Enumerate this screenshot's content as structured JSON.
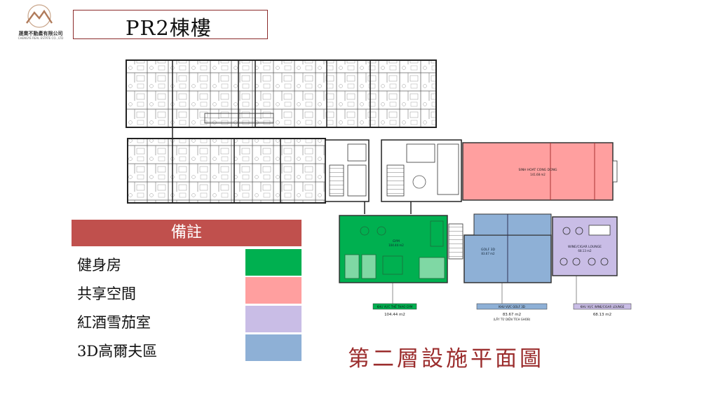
{
  "logo": {
    "company_name": "晟業不動產有限公司",
    "company_english": "CHENGYE REAL ESTATE CO., LTD"
  },
  "title": "PR2棟樓",
  "colors": {
    "gym": "#00b050",
    "shared": "#ff9f9f",
    "wine": "#c9bde6",
    "golf": "#8eb0d6",
    "accent": "#c0504d"
  },
  "legend": {
    "header": "備註",
    "items": [
      {
        "label": "健身房",
        "color": "#00b050"
      },
      {
        "label": "共享空間",
        "color": "#ff9f9f"
      },
      {
        "label": "紅酒雪茄室",
        "color": "#c9bde6"
      },
      {
        "label": "3D高爾夫區",
        "color": "#8eb0d6"
      }
    ]
  },
  "floorplan": {
    "community_room": {
      "name": "SINH HOAT CONG DONG",
      "area": "141.68 m2"
    },
    "gym": {
      "name": "GYM",
      "area_small": "104.44 m2",
      "tag": "KHU VỰC THỂ THAO GYM",
      "area": "104.44 m2"
    },
    "golf": {
      "name": "GOLF 3D",
      "area_small": "83.67 m2",
      "tag": "KHU VỰC GOLF 3D",
      "area": "83.67 m2",
      "note": "(LẤY TỪ DIỆN TÍCH GHOB)"
    },
    "wine": {
      "name": "WINE/CIGAR LOUNGE",
      "area_small": "68.13 m2",
      "tag": "KHU VỰC WINE/CIGAR LOUNGE",
      "area": "68.13 m2"
    }
  },
  "caption": "第二層設施平面圖"
}
